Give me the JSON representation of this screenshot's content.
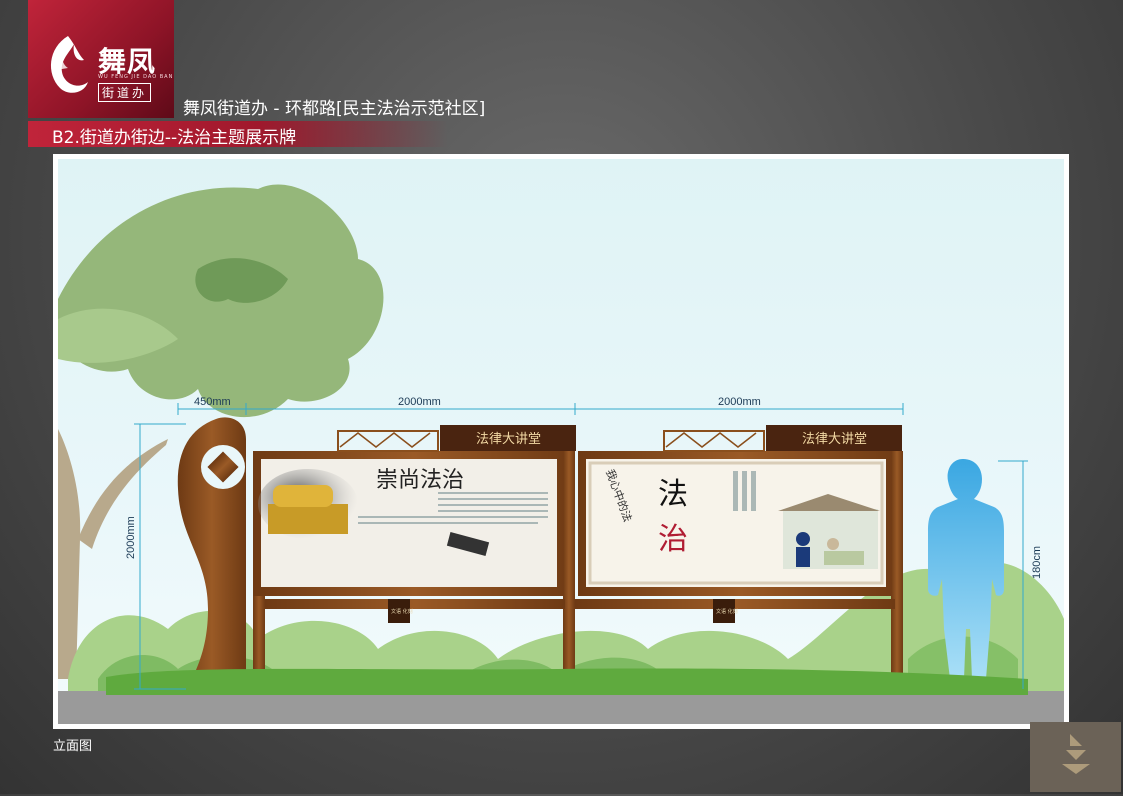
{
  "header": {
    "logo_name": "舞凤",
    "logo_pinyin": "WU FENG JIE DAO BAN",
    "logo_sub": "街道办",
    "title": "舞凤街道办 - 环都路[民主法治示范社区]",
    "subtitle": "B2.街道办街边--法治主题展示牌"
  },
  "drawing": {
    "dim_side": "450mm",
    "dim_panel_left": "2000mm",
    "dim_panel_right": "2000mm",
    "dim_height_left": "2000mm",
    "dim_height_person": "180cm",
    "panel_left_header": "法律大讲堂",
    "panel_right_header": "法律大讲堂",
    "panel_left_title": "崇尚法治",
    "panel_right_title_top": "法",
    "panel_right_title_bottom": "治",
    "panel_right_side_text": "我心中的法",
    "plaque_left": "文语 化刻",
    "plaque_right": "文语 化刻"
  },
  "caption": "立面图",
  "colors": {
    "brand_red": "#b01c33",
    "wood": "#8a4f1d",
    "wood_dark": "#4a2410",
    "dimension": "#33aacc",
    "person": "#4ab2e6"
  }
}
